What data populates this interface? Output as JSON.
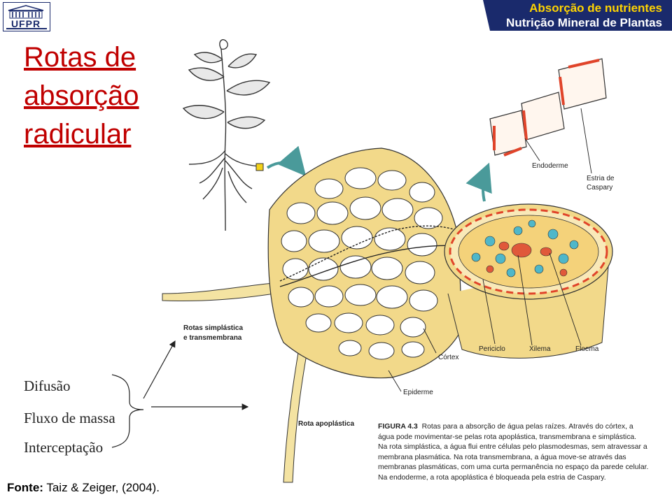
{
  "header": {
    "logo_text": "UFPR",
    "title_line1": "Absorção de nutrientes",
    "title_line2": "Nutrição Mineral de Plantas"
  },
  "slide": {
    "title_lines": [
      "Rotas de",
      "absorção",
      "radicular"
    ]
  },
  "mechanisms": [
    "Difusão",
    "Fluxo de massa",
    "Interceptação"
  ],
  "diagram_labels": {
    "simplastic": [
      "Rotas simplástica",
      "e transmembrana"
    ],
    "apoplastic": "Rota apoplástica",
    "cortex": "Córtex",
    "epidermis": "Epiderme",
    "endodermis": "Endoderme",
    "casparian": [
      "Estria de",
      "Caspary"
    ],
    "pericycle": "Periciclo",
    "xylem": "Xilema",
    "phloem": "Floema"
  },
  "caption": {
    "figure_label": "FIGURA 4.3",
    "lines": [
      "Rotas para a absorção de água pelas raízes. Através do córtex, a",
      "água pode movimentar-se pelas rota apoplástica, transmembrana e simplástica.",
      "Na rota simplástica, a água flui entre células pelo plasmodesmas, sem atravessar a",
      "membrana plasmática. Na rota transmembrana, a água move-se através das",
      "membranas plasmáticas, com uma curta permanência no espaço da parede celular.",
      "Na endoderme, a rota apoplástica é bloqueada pela estria de Caspary."
    ]
  },
  "source": {
    "label": "Fonte:",
    "text": " Taiz & Zeiger, (2004)."
  },
  "colors": {
    "header_bg": "#1a2a6c",
    "title_red": "#c00000",
    "header_yellow": "#ffd400",
    "cell_wall": "#f2d98a",
    "casparian_red": "#e0442a",
    "xylem_blue": "#4fb7c9",
    "phloem_red": "#e0583a"
  }
}
